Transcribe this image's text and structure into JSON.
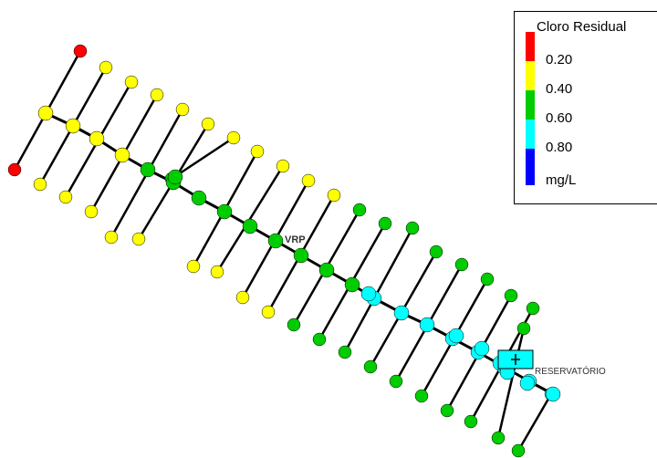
{
  "legend": {
    "title": "Cloro Residual",
    "ticks": [
      "0.20",
      "0.40",
      "0.60",
      "0.80"
    ],
    "unit": "mg/L",
    "colors": [
      "#ff0000",
      "#ffff00",
      "#00cc00",
      "#00ffff",
      "#0000ff"
    ]
  },
  "labels": {
    "vrp": "VRP",
    "reservoir": "RESERVATÓRIO"
  }
}
